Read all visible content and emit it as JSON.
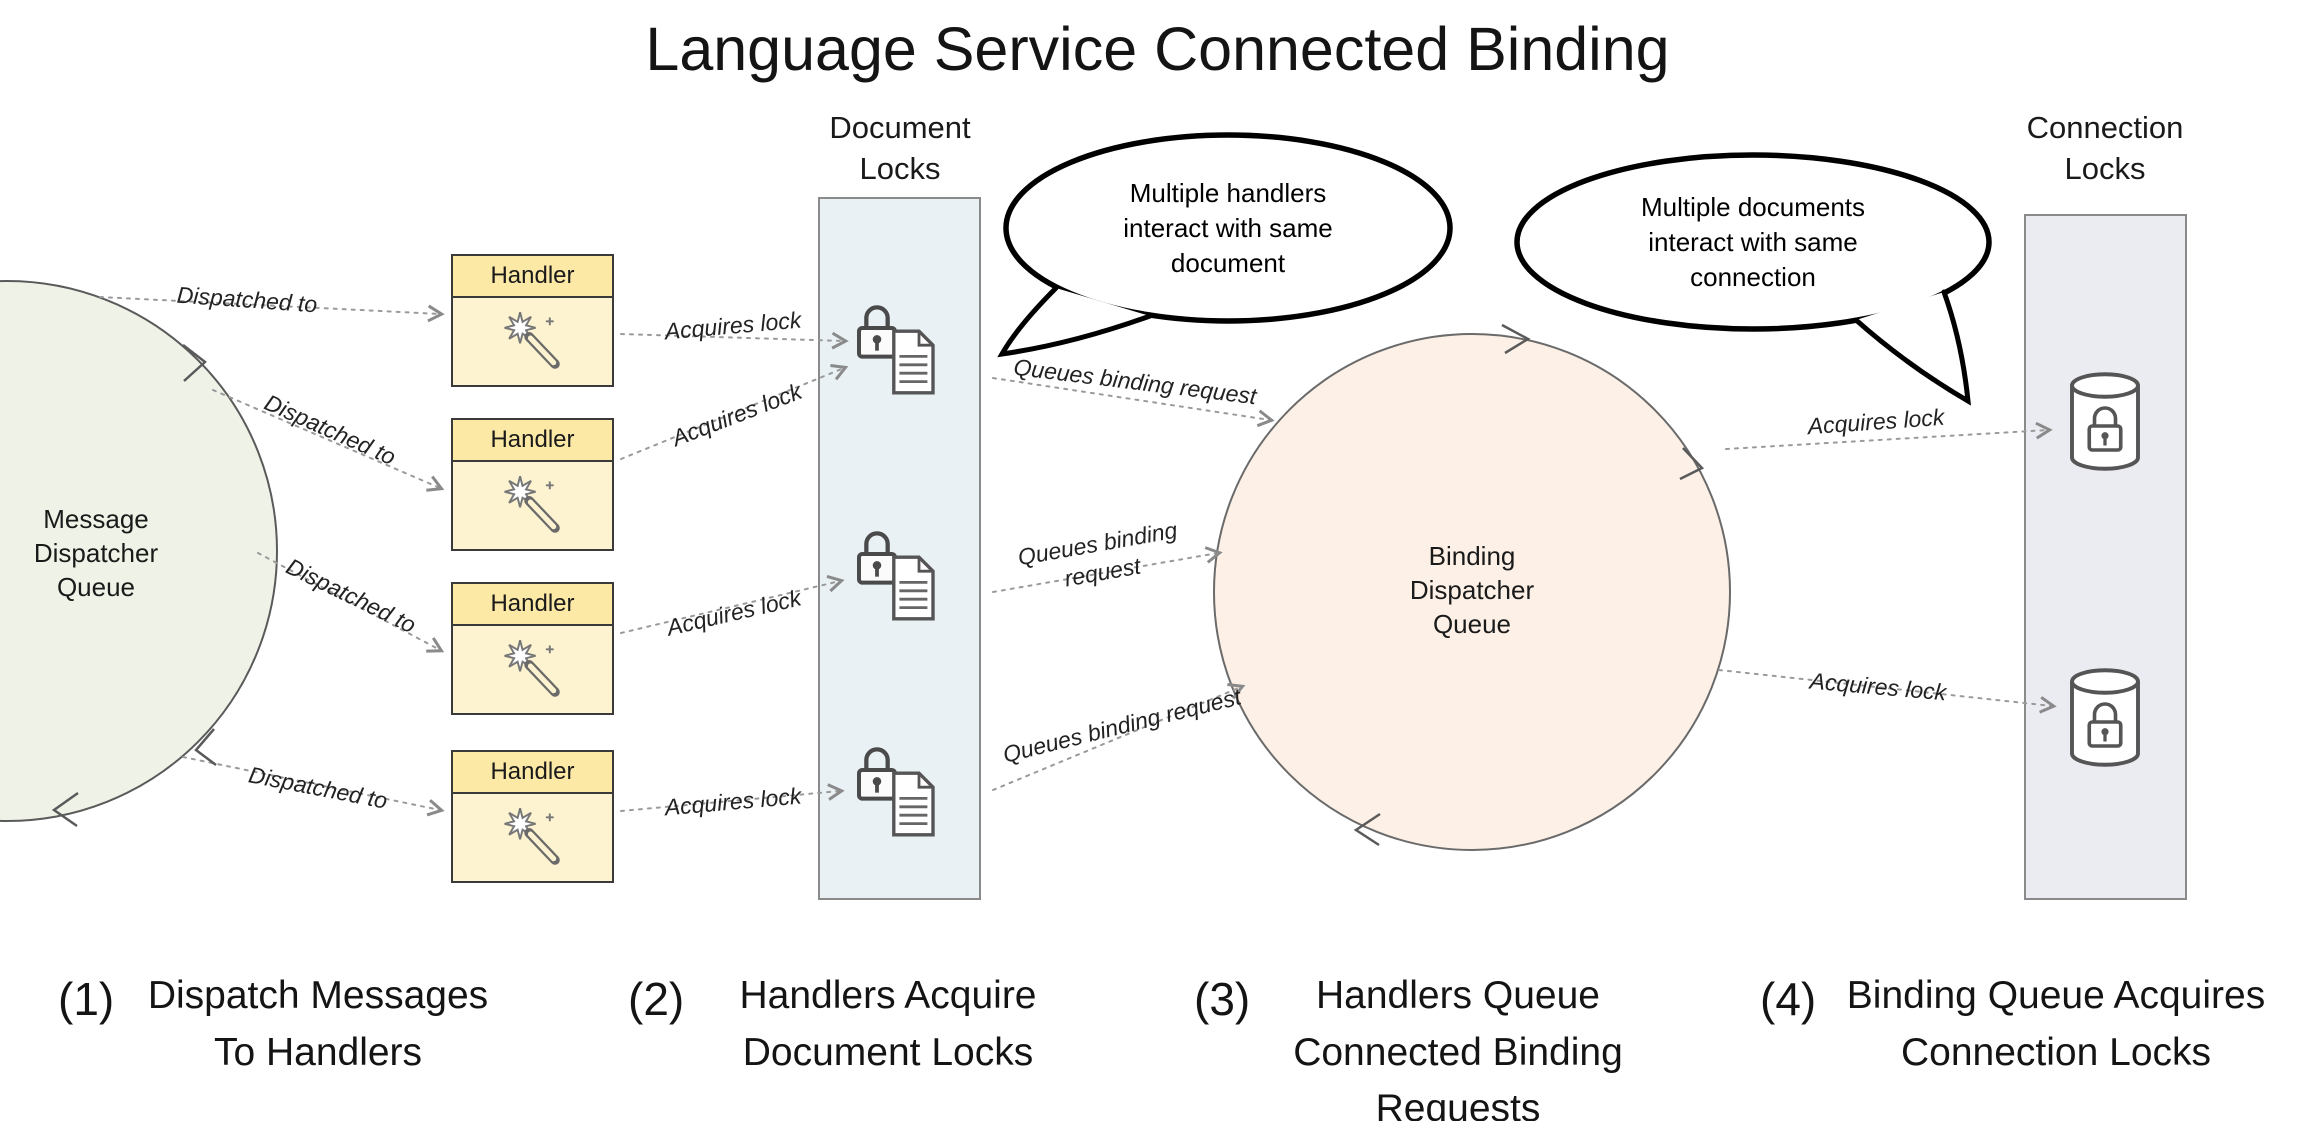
{
  "title": "Language Service Connected Binding",
  "message_queue": {
    "lines": [
      "Message",
      "Dispatcher",
      "Queue"
    ]
  },
  "handler": {
    "title": "Handler"
  },
  "document_locks": {
    "title_lines": [
      "Document",
      "Locks"
    ]
  },
  "connection_locks": {
    "title_lines": [
      "Connection",
      "Locks"
    ]
  },
  "binding_queue": {
    "lines": [
      "Binding",
      "Dispatcher",
      "Queue"
    ]
  },
  "edges": {
    "dispatched_to": "Dispatched to",
    "acquires_lock": "Acquires lock",
    "queues_binding_request": "Queues binding request",
    "queues_binding_lines": [
      "Queues binding",
      "request"
    ]
  },
  "bubbles": {
    "handlers": {
      "lines": [
        "Multiple handlers",
        "interact with same",
        "document"
      ]
    },
    "documents": {
      "lines": [
        "Multiple documents",
        "interact with same",
        "connection"
      ]
    }
  },
  "captions": [
    {
      "num": "(1)",
      "lines": [
        "Dispatch Messages",
        "To Handlers"
      ]
    },
    {
      "num": "(2)",
      "lines": [
        "Handlers Acquire",
        "Document Locks"
      ]
    },
    {
      "num": "(3)",
      "lines": [
        "Handlers Queue",
        "Connected Binding",
        "Requests"
      ]
    },
    {
      "num": "(4)",
      "lines": [
        "Binding Queue Acquires",
        "Connection Locks"
      ]
    }
  ],
  "icons": {
    "handler": "magic-wand-icon",
    "document_lock": "padlock-icon",
    "document": "document-icon",
    "connection_lock": "database-lock-icon"
  },
  "colors": {
    "message_queue_fill": "#eff3e7",
    "handler_header": "#fce9a6",
    "handler_body": "#fdf3d0",
    "document_panel": "#e9f1f5",
    "connection_panel": "#ebebf2",
    "binding_queue_fill": "#fdf1e7",
    "arrow": "#9a9a9a",
    "bubble_stroke": "#000000"
  }
}
